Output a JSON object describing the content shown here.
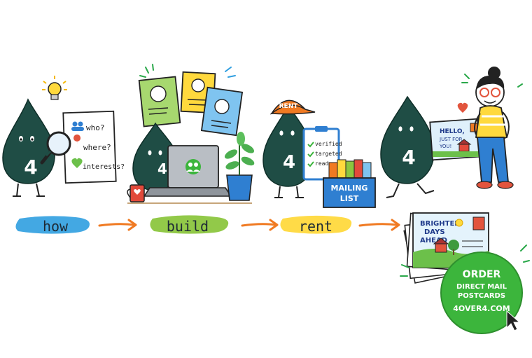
{
  "mascot_number": "4",
  "palette": {
    "mascot": "#1f4d45",
    "blue": "#2f9ee0",
    "green": "#8cc63f",
    "yellow": "#ffd93d",
    "orange": "#f07a22",
    "cta": "#3cb53c"
  },
  "icons": [
    "lightbulb-icon",
    "magnifier-icon",
    "people-icon",
    "location-pin-icon",
    "heart-icon",
    "coffee-mug-icon",
    "plant-icon",
    "cursor-icon",
    "sun-icon"
  ],
  "how": {
    "card_lines": [
      "who?",
      "where?",
      "interests?"
    ],
    "label": "how"
  },
  "build": {
    "label": "build"
  },
  "rent": {
    "cap": "RENT",
    "checklist": [
      "verified",
      "targeted",
      "ready"
    ],
    "box_line1": "MAILING",
    "box_line2": "LIST",
    "label": "rent"
  },
  "deliver": {
    "card_line1": "HELLO,",
    "card_line2": "JUST FOR",
    "card_line3": "YOU!"
  },
  "postcard": {
    "line1": "BRIGHTER",
    "line2": "DAYS",
    "line3": "AHEAD"
  },
  "cta": {
    "line1": "ORDER",
    "line2": "DIRECT MAIL",
    "line3": "POSTCARDS",
    "line4": "4OVER4.COM"
  }
}
